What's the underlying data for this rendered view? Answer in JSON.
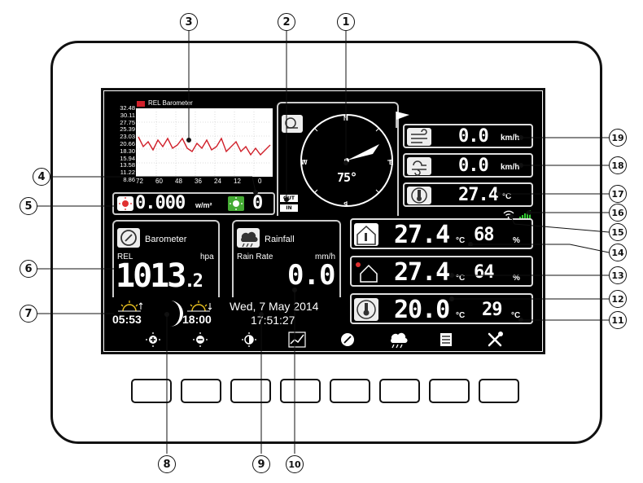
{
  "barometer_graph": {
    "legend": "REL Barometer",
    "y_ticks": [
      "32.48",
      "30.11",
      "27.75",
      "25.39",
      "23.03",
      "20.66",
      "18.30",
      "15.94",
      "13.58",
      "11.22",
      "8.86"
    ],
    "x_ticks": [
      "72",
      "60",
      "48",
      "36",
      "24",
      "12",
      "0"
    ]
  },
  "solar": {
    "value": "0.000",
    "unit": "w/m²",
    "uv_value": "0"
  },
  "wind_compass": {
    "directions": {
      "n": "N",
      "e": "E",
      "s": "S",
      "w": "W"
    },
    "degrees": "75°",
    "out_label": "OUT",
    "in_label": "IN"
  },
  "right_readouts": {
    "wind_speed": {
      "value": "0.0",
      "unit": "km/h"
    },
    "gust_speed": {
      "value": "0.0",
      "unit": "km/h"
    },
    "temp_17": {
      "value": "27.4",
      "unit": "°C"
    }
  },
  "outdoor": {
    "temp": "27.4",
    "temp_unit": "°C",
    "humidity": "68",
    "humidity_unit": "%"
  },
  "indoor": {
    "temp": "27.4",
    "temp_unit": "°C",
    "humidity": "64",
    "humidity_unit": "%"
  },
  "feels": {
    "temp": "20.0",
    "temp_unit": "°C",
    "dew": "29",
    "dew_unit": "°C"
  },
  "barometer_panel": {
    "title": "Barometer",
    "rel": "REL",
    "unit": "hpa",
    "value_int": "1013",
    "value_dec": ".2"
  },
  "rainfall_panel": {
    "title": "Rainfall",
    "rate_label": "Rain Rate",
    "unit": "mm/h",
    "value": "0.0"
  },
  "sun": {
    "sunrise": "05:53",
    "sunset": "18:00"
  },
  "datetime": {
    "date": "Wed, 7 May 2014",
    "time": "17:51:27"
  },
  "callouts": {
    "c1": "1",
    "c2": "2",
    "c3": "3",
    "c4": "4",
    "c5": "5",
    "c6": "6",
    "c7": "7",
    "c8": "8",
    "c9": "9",
    "c10": "10",
    "c11": "11",
    "c12": "12",
    "c13": "13",
    "c14": "14",
    "c15": "15",
    "c16": "16",
    "c17": "17",
    "c18": "18",
    "c19": "19"
  },
  "colors": {
    "screen": "#000000",
    "graph_line": "#d0202a",
    "accent_green": "#44aa33",
    "wifi_green": "#33cc33"
  },
  "icons": [
    "sun-plus-icon",
    "sun-minus-icon",
    "brightness-icon",
    "graph-icon",
    "barometer-icon",
    "rain-icon",
    "list-icon",
    "tools-icon"
  ]
}
